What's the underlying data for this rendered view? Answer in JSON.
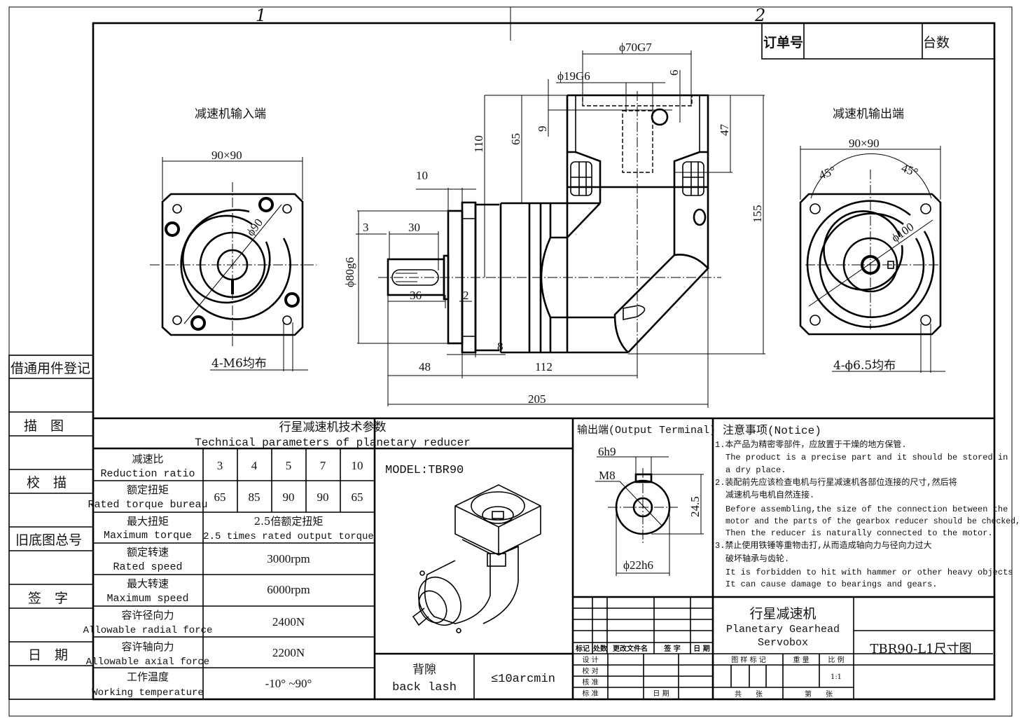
{
  "zones": [
    "1",
    "2"
  ],
  "order_box": {
    "order_no_label": "订单号",
    "quantity_label": "台数"
  },
  "side_register": [
    "借通用件登记",
    "描　图",
    "校　描",
    "旧底图总号",
    "签　字",
    "日　期"
  ],
  "input_view": {
    "title": "减速机输入端",
    "size": "90×90",
    "pcd": "ϕ90",
    "holes": "4-M6均布"
  },
  "output_view": {
    "title": "减速机输出端",
    "size": "90×90",
    "pcd": "ϕ100",
    "angle_left": "45°",
    "angle_right": "45°",
    "holes": "4-ϕ6.5均布"
  },
  "side_view": {
    "dims": {
      "bore_outer": "ϕ70G7",
      "bore_inner": "ϕ19G6",
      "d6": "6",
      "d9": "9",
      "d65": "65",
      "d110": "110",
      "d47": "47",
      "d155": "155",
      "d10": "10",
      "d3": "3",
      "d30": "30",
      "pilot": "ϕ80g6",
      "d36": "36",
      "d2": "2",
      "d8": "8",
      "d48": "48",
      "d112": "112",
      "d205": "205"
    }
  },
  "tech_table": {
    "title_cn": "行星减速机技术参数",
    "title_en": "Technical parameters of planetary reducer",
    "rows": [
      {
        "cn": "减速比",
        "en": "Reduction ratio",
        "values": [
          "3",
          "4",
          "5",
          "7",
          "10"
        ]
      },
      {
        "cn": "额定扭矩",
        "en": "Rated torque bureau",
        "values": [
          "65",
          "85",
          "90",
          "90",
          "65"
        ]
      },
      {
        "cn": "最大扭矩",
        "en": "Maximum torque",
        "value_cn": "2.5倍额定扭矩",
        "value": "2.5 times rated output torque"
      },
      {
        "cn": "额定转速",
        "en": "Rated speed",
        "value": "3000rpm"
      },
      {
        "cn": "最大转速",
        "en": "Maximum speed",
        "value": "6000rpm"
      },
      {
        "cn": "容许径向力",
        "en": "Allowable radial force",
        "value": "2400N"
      },
      {
        "cn": "容许轴向力",
        "en": "Allowable axial force",
        "value": "2200N"
      },
      {
        "cn": "工作温度",
        "en": "Working temperature",
        "value": "-10° ~90°"
      }
    ]
  },
  "model": {
    "label": "MODEL:TBR90",
    "backlash_cn": "背隙",
    "backlash_en": "back lash",
    "backlash_value": "≤10arcmin"
  },
  "output_terminal": {
    "title": "输出端(Output Terminal)",
    "key": "6h9",
    "thread": "M8",
    "height": "24.5",
    "diameter": "ϕ22h6"
  },
  "notice": {
    "title": "注意事项(Notice)",
    "lines": [
      "1.本产品为精密零部件，应放置于干燥的地方保管.",
      "The product is a precise part and it should be stored in",
      "a dry place.",
      "2.装配前先应该检查电机与行星减速机各部位连接的尺寸,然后将",
      "减速机与电机自然连接.",
      "Before assembling,the size of the connection between the",
      "motor and the parts of the gearbox reducer should be checked,",
      "Then the reducer is naturally connected to the motor.",
      "3.禁止使用铁锤等重物击打,从而造成轴向力与径向力过大",
      "破坏轴承与齿轮.",
      "It is forbidden to hit with hammer or other heavy objects",
      "It can cause damage to bearings and gears."
    ]
  },
  "title_block": {
    "rev_headers": [
      "标记",
      "处数",
      "更改文件名",
      "签 字",
      "日 期"
    ],
    "roles": [
      "设 计",
      "校 对",
      "核 准",
      "标 准"
    ],
    "date_label": "日 期",
    "product_cn": "行星减速机",
    "product_en1": "Planetary Gearhead",
    "product_en2": "Servobox",
    "drawing_title": "TBR90-L1尺寸图",
    "sample_mark": "图 样 标 记",
    "weight": "重 量",
    "scale_label": "比 例",
    "scale": "1:1",
    "total_sheets": "共　　张",
    "sheet_no": "第　　张"
  }
}
